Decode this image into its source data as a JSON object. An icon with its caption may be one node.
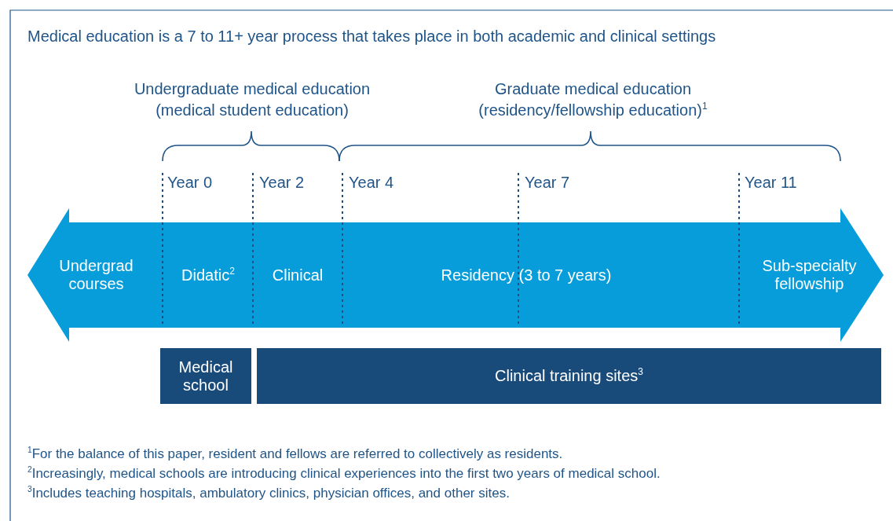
{
  "diagram": {
    "title": "Medical education is a 7 to 11+ year process that takes place in both academic and clinical settings",
    "nodes": [
      {
        "text": [],
        "shape": "arrow"
      },
      {
        "text": [
          "Undergrad courses"
        ],
        "in": 0
      },
      {
        "text": [
          "Didatic$^{2}$"
        ],
        "in": 0
      },
      {
        "text": [
          "Clinical"
        ],
        "in": 0
      },
      {
        "text": [
          "Residency (3 to 7 years)"
        ],
        "in": 0
      },
      {
        "text": [
          "Sub-specialty fellowship"
        ],
        "in": 0
      },
      {
        "text": [
          "Medical school"
        ]
      },
      {
        "text": [
          "Clinical training sites$^{3}$"
        ]
      }
    ],
    "edges": [],
    "labels": [
      "Undergraduate medical education (medical student education)",
      "Graduate medical education (residency/fellowship education)$^{1}$",
      "Year 0",
      "Year 2",
      "Year 4",
      "Year 7",
      "Year 11",
      "$^{1}$For the balance of this paper, resident and fellows are referred to collectively as residents.",
      "$^{2}$Increasingly, medical schools are introducing clinical experiences into the first two years of medical school.",
      "$^{3}$Includes teaching hospitals, ambulatory clinics, physician offices, and other sites."
    ]
  }
}
